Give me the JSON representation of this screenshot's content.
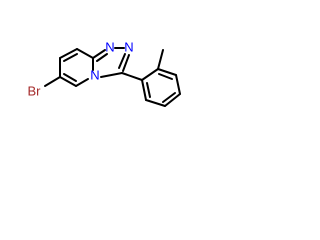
{
  "molecule": {
    "colors": {
      "bond": "#000000",
      "nitrogen": "#0000ff",
      "bromine": "#a52a2a",
      "background": "#ffffff"
    },
    "atoms": {
      "br": {
        "symbol": "Br",
        "element": "bromine"
      },
      "n1": {
        "symbol": "N",
        "element": "nitrogen"
      },
      "n2": {
        "symbol": "N",
        "element": "nitrogen"
      },
      "n4": {
        "symbol": "N",
        "element": "nitrogen"
      }
    }
  }
}
